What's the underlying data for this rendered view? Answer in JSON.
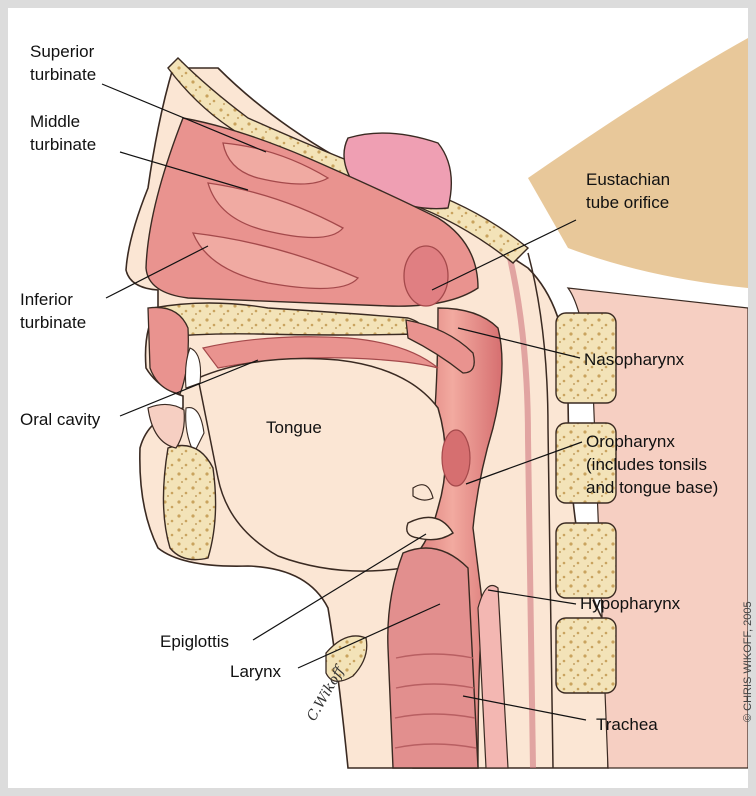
{
  "labels": {
    "superior_turbinate": [
      "Superior",
      "turbinate"
    ],
    "middle_turbinate": [
      "Middle",
      "turbinate"
    ],
    "inferior_turbinate": [
      "Inferior",
      "turbinate"
    ],
    "eustachian_tube_orifice": [
      "Eustachian",
      "tube orifice"
    ],
    "nasopharynx": "Nasopharynx",
    "oral_cavity": "Oral cavity",
    "tongue": "Tongue",
    "oropharynx": [
      "Oropharynx",
      "(includes tonsils",
      "and tongue base)"
    ],
    "hypopharynx": "Hypopharynx",
    "epiglottis": "Epiglottis",
    "larynx": "Larynx",
    "trachea": "Trachea"
  },
  "credit": "© CHRIS WIKOFF, 2005",
  "signature": "C.Wikoff",
  "colors": {
    "frame": "#dcdcdc",
    "panel": "#ffffff",
    "skin": "#fbe6d4",
    "mucosa": "#e9938f",
    "mucosa_dark": "#d66f70",
    "bone": "#f3e3b8",
    "bone_spot": "#c9a35e",
    "background_tissue": "#e8c89a",
    "sinus": "#ef9fb3",
    "outline": "#3a2a22"
  }
}
